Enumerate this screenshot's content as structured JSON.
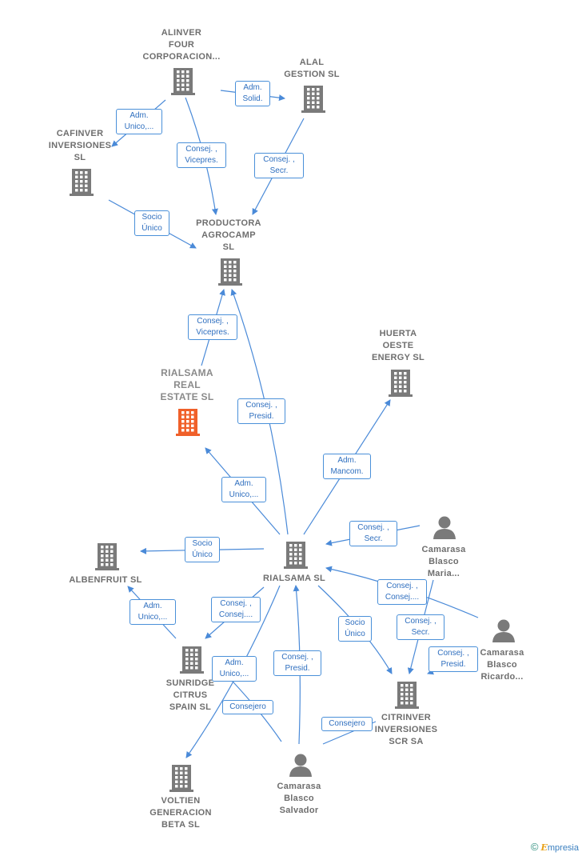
{
  "colors": {
    "accent": "#4a8ad8",
    "node_gray": "#7a7a7a",
    "focus_orange": "#f0602a"
  },
  "nodes": {
    "alinver": {
      "label": "ALINVER\nFOUR\nCORPORACION...",
      "icon": "building-icon"
    },
    "alal": {
      "label": "ALAL\nGESTION SL",
      "icon": "building-icon"
    },
    "cafinver": {
      "label": "CAFINVER\nINVERSIONES\nSL",
      "icon": "building-icon"
    },
    "productora": {
      "label": "PRODUCTORA\nAGROCAMP\nSL",
      "icon": "building-icon"
    },
    "rialsama_real": {
      "label": "RIALSAMA\nREAL\nESTATE SL",
      "icon": "building-icon"
    },
    "huerta": {
      "label": "HUERTA\nOESTE\nENERGY SL",
      "icon": "building-icon"
    },
    "rialsama": {
      "label": "RIALSAMA SL",
      "icon": "building-icon"
    },
    "albenfruit": {
      "label": "ALBENFRUIT SL",
      "icon": "building-icon"
    },
    "camarasa_maria": {
      "label": "Camarasa\nBlasco\nMaria...",
      "icon": "person-icon"
    },
    "camarasa_ricardo": {
      "label": "Camarasa\nBlasco\nRicardo...",
      "icon": "person-icon"
    },
    "sunridge": {
      "label": "SUNRIDGE\nCITRUS\nSPAIN SL",
      "icon": "building-icon"
    },
    "citrinver": {
      "label": "CITRINVER\nINVERSIONES\nSCR SA",
      "icon": "building-icon"
    },
    "camarasa_salvador": {
      "label": "Camarasa\nBlasco\nSalvador",
      "icon": "person-icon"
    },
    "voltien": {
      "label": "VOLTIEN\nGENERACION\nBETA SL",
      "icon": "building-icon"
    }
  },
  "edges": {
    "alinver_alal": "Adm.\nSolid.",
    "alinver_cafinver": "Adm.\nUnico,...",
    "alinver_productora": "Consej. ,\nVicepres.",
    "alal_productora": "Consej. ,\nSecr.",
    "cafinver_productora": "Socio\nÚnico",
    "rialsama_real_productora": "Consej. ,\nVicepres.",
    "rialsama_productora": "Consej. ,\nPresid.",
    "rialsama_huerta": "Adm.\nMancom.",
    "rialsama_rialsama_real": "Adm.\nUnico,...",
    "maria_rialsama": "Consej. ,\nSecr.",
    "rialsama_albenfruit": "Socio\nÚnico",
    "ricardo_rialsama": "Consej. ,\nConsej....",
    "sunridge_albenfruit": "Adm.\nUnico,...",
    "rialsama_sunridge": "Consej. ,\nConsej....",
    "rialsama_citrinver": "Socio\nÚnico",
    "maria_citrinver": "Consej. ,\nSecr.",
    "ricardo_citrinver": "Consej. ,\nPresid.",
    "rialsama_voltien": "Adm.\nUnico,...",
    "salvador_rialsama": "Consej. ,\nPresid.",
    "salvador_sunridge": "Consejero",
    "salvador_citrinver": "Consejero"
  },
  "footer": {
    "copyright": "©",
    "brand_initial": "E",
    "brand_rest": "mpresia"
  }
}
